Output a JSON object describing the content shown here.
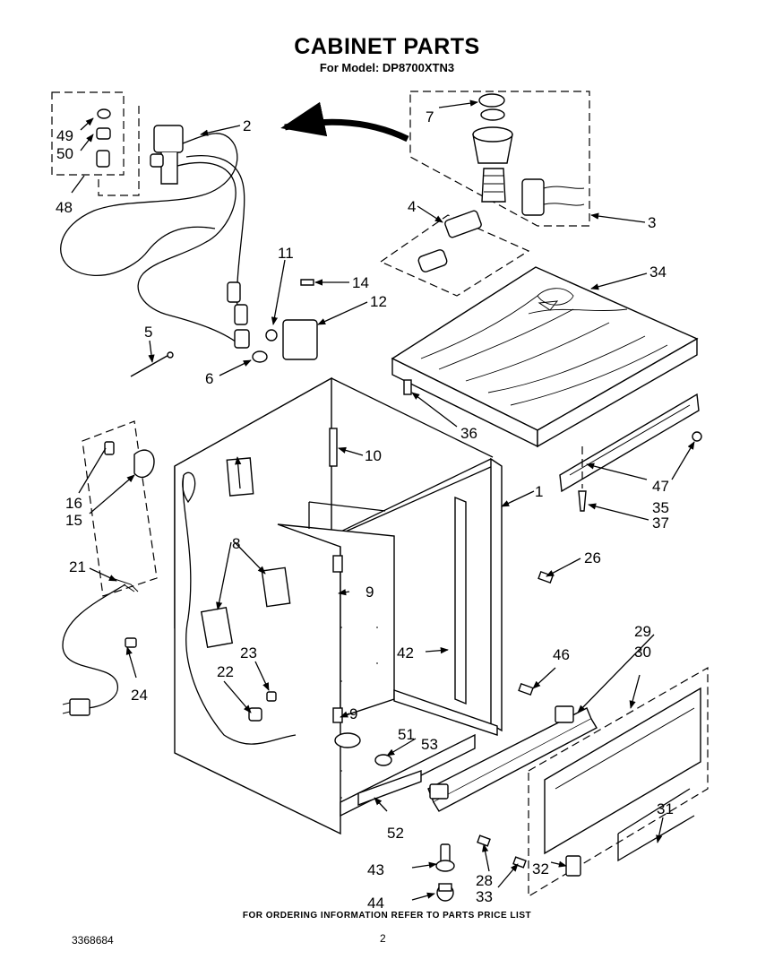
{
  "header": {
    "title": "CABINET PARTS",
    "subtitle": "For Model: DP8700XTN3"
  },
  "callouts": [
    {
      "id": "c1",
      "text": "1"
    },
    {
      "id": "c2",
      "text": "2"
    },
    {
      "id": "c3",
      "text": "3"
    },
    {
      "id": "c4",
      "text": "4"
    },
    {
      "id": "c5",
      "text": "5"
    },
    {
      "id": "c6",
      "text": "6"
    },
    {
      "id": "c7",
      "text": "7"
    },
    {
      "id": "c8",
      "text": "8"
    },
    {
      "id": "c9a",
      "text": "9"
    },
    {
      "id": "c9b",
      "text": "9"
    },
    {
      "id": "c10",
      "text": "10"
    },
    {
      "id": "c11",
      "text": "11"
    },
    {
      "id": "c12",
      "text": "12"
    },
    {
      "id": "c14",
      "text": "14"
    },
    {
      "id": "c15",
      "text": "15"
    },
    {
      "id": "c16",
      "text": "16"
    },
    {
      "id": "c21",
      "text": "21"
    },
    {
      "id": "c22",
      "text": "22"
    },
    {
      "id": "c23",
      "text": "23"
    },
    {
      "id": "c24",
      "text": "24"
    },
    {
      "id": "c26",
      "text": "26"
    },
    {
      "id": "c28",
      "text": "28"
    },
    {
      "id": "c29",
      "text": "29"
    },
    {
      "id": "c30",
      "text": "30"
    },
    {
      "id": "c31",
      "text": "31"
    },
    {
      "id": "c32",
      "text": "32"
    },
    {
      "id": "c33",
      "text": "33"
    },
    {
      "id": "c34",
      "text": "34"
    },
    {
      "id": "c35",
      "text": "35"
    },
    {
      "id": "c36",
      "text": "36"
    },
    {
      "id": "c37",
      "text": "37"
    },
    {
      "id": "c42",
      "text": "42"
    },
    {
      "id": "c43",
      "text": "43"
    },
    {
      "id": "c44",
      "text": "44"
    },
    {
      "id": "c46",
      "text": "46"
    },
    {
      "id": "c47",
      "text": "47"
    },
    {
      "id": "c48",
      "text": "48"
    },
    {
      "id": "c49",
      "text": "49"
    },
    {
      "id": "c50",
      "text": "50"
    },
    {
      "id": "c51",
      "text": "51"
    },
    {
      "id": "c52",
      "text": "52"
    },
    {
      "id": "c53",
      "text": "53"
    }
  ],
  "footer": {
    "ordering_note": "FOR ORDERING INFORMATION REFER TO PARTS PRICE LIST",
    "document_number": "3368684",
    "page_number": "2"
  }
}
